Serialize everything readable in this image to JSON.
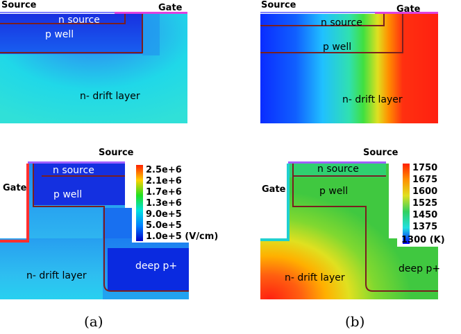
{
  "panel_a_top": {
    "source_label": "Source",
    "gate_label": "Gate",
    "n_source": "n source",
    "p_well": "p well",
    "drift": "n- drift layer"
  },
  "panel_b_top": {
    "source_label": "Source",
    "gate_label": "Gate",
    "n_source": "n source",
    "p_well": "p well",
    "drift": "n- drift layer"
  },
  "panel_a_bottom": {
    "source_label": "Source",
    "gate_label": "Gate",
    "n_source": "n source",
    "p_well": "p well",
    "drift": "n- drift layer",
    "deep_p": "deep p+",
    "legend": [
      "2.5e+6",
      "2.1e+6",
      "1.7e+6",
      "1.3e+6",
      "9.0e+5",
      "5.0e+5",
      "1.0e+5 (V/cm)"
    ]
  },
  "panel_b_bottom": {
    "source_label": "Source",
    "gate_label": "Gate",
    "n_source": "n source",
    "p_well": "p well",
    "drift": "n- drift layer",
    "deep_p": "deep p+",
    "legend": [
      "1750",
      "1675",
      "1600",
      "1525",
      "1450",
      "1375",
      "1300 (K)"
    ]
  },
  "captions": {
    "a": "(a)",
    "b": "(b)"
  },
  "colors": {
    "efield_scale": [
      "#ff2000",
      "#ffd000",
      "#20e020",
      "#00e0e0",
      "#00b0ff",
      "#0040ff",
      "#0000c8"
    ],
    "temp_scale": [
      "#ff2000",
      "#ff9000",
      "#ffe000",
      "#a0e020",
      "#30d060",
      "#20e0e0",
      "#0000ff"
    ],
    "junction": "#7a1f1f"
  }
}
